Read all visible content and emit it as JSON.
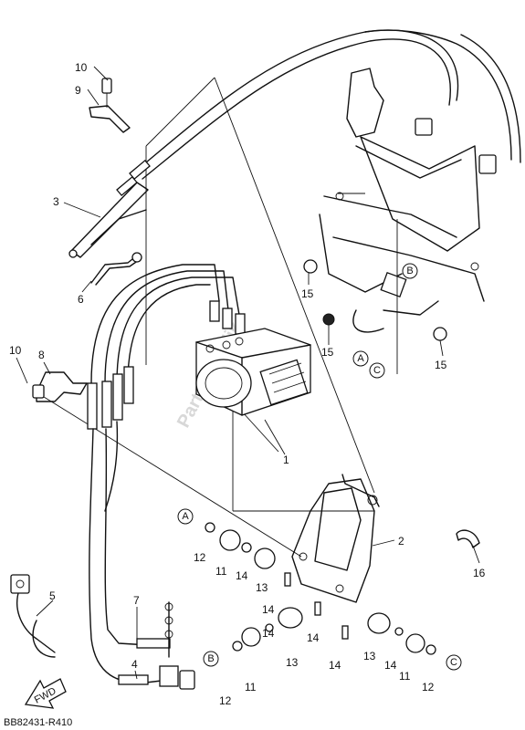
{
  "callouts": {
    "n1": "1",
    "n2": "2",
    "n3": "3",
    "n4": "4",
    "n5": "5",
    "n6": "6",
    "n7": "7",
    "n8": "8",
    "n9": "9",
    "n10a": "10",
    "n10b": "10",
    "n11a": "11",
    "n11b": "11",
    "n11c": "11",
    "n12a": "12",
    "n12b": "12",
    "n12c": "12",
    "n13a": "13",
    "n13b": "13",
    "n13c": "13",
    "n14a": "14",
    "n14b": "14",
    "n14c": "14",
    "n14d": "14",
    "n14e": "14",
    "n15a": "15",
    "n15b": "15",
    "n15c": "15",
    "n16": "16"
  },
  "refs": {
    "A_frame": "A",
    "B_frame": "B",
    "C_frame": "C",
    "A_left": "A",
    "B_left": "B",
    "C_right": "C"
  },
  "fwd_label": "FWD",
  "diagram_code": "BB82431-R410",
  "watermark": "Partsrepublik"
}
